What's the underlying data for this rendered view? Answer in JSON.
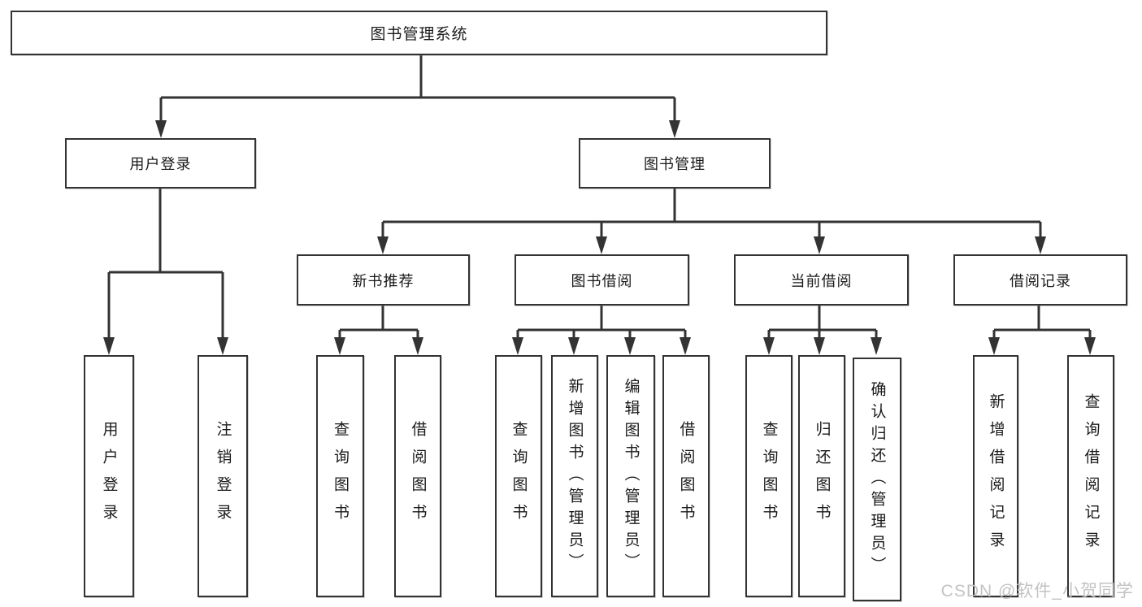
{
  "diagram": {
    "root": "图书管理系统",
    "user_login": {
      "label": "用户登录",
      "children": [
        "用户登录",
        "注销登录"
      ]
    },
    "book_management": {
      "label": "图书管理",
      "new_books": {
        "label": "新书推荐",
        "children": [
          "查询图书",
          "借阅图书"
        ]
      },
      "borrowing": {
        "label": "图书借阅",
        "children": [
          "查询图书",
          "新增图书（管理员）",
          "编辑图书（管理员）",
          "借阅图书"
        ]
      },
      "current": {
        "label": "当前借阅",
        "children": [
          "查询图书",
          "归还图书",
          "确认归还（管理员）"
        ]
      },
      "records": {
        "label": "借阅记录",
        "children": [
          "新增借阅记录",
          "查询借阅记录"
        ]
      }
    }
  },
  "colors": {
    "line": "#333333",
    "box_background": "#ffffff",
    "watermark": "#c3c3c3"
  },
  "watermark": "CSDN @软件_小贺同学"
}
